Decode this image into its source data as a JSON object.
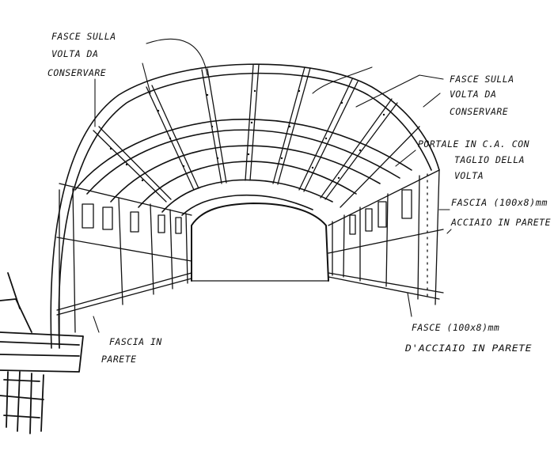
{
  "labels": {
    "top_left": [
      "FASCE SULLA",
      "VOLTA DA",
      "CONSERVARE"
    ],
    "top_right": [
      "FASCE SULLA",
      "VOLTA DA",
      "CONSERVARE"
    ],
    "portal": [
      "PORTALE IN C.A. CON",
      "TAGLIO DELLA",
      "VOLTA"
    ],
    "fascia_right": [
      "FASCIA (100x8)mm",
      "ACCIAIO IN PARETE"
    ],
    "fascia_left": [
      "FASCIA IN",
      "PARETE"
    ],
    "fasce_bottom": [
      "FASCE (100x8)mm",
      "D'ACCIAIO IN PARETE"
    ]
  },
  "colors": {
    "ink": "#111111",
    "paper": "#ffffff"
  }
}
